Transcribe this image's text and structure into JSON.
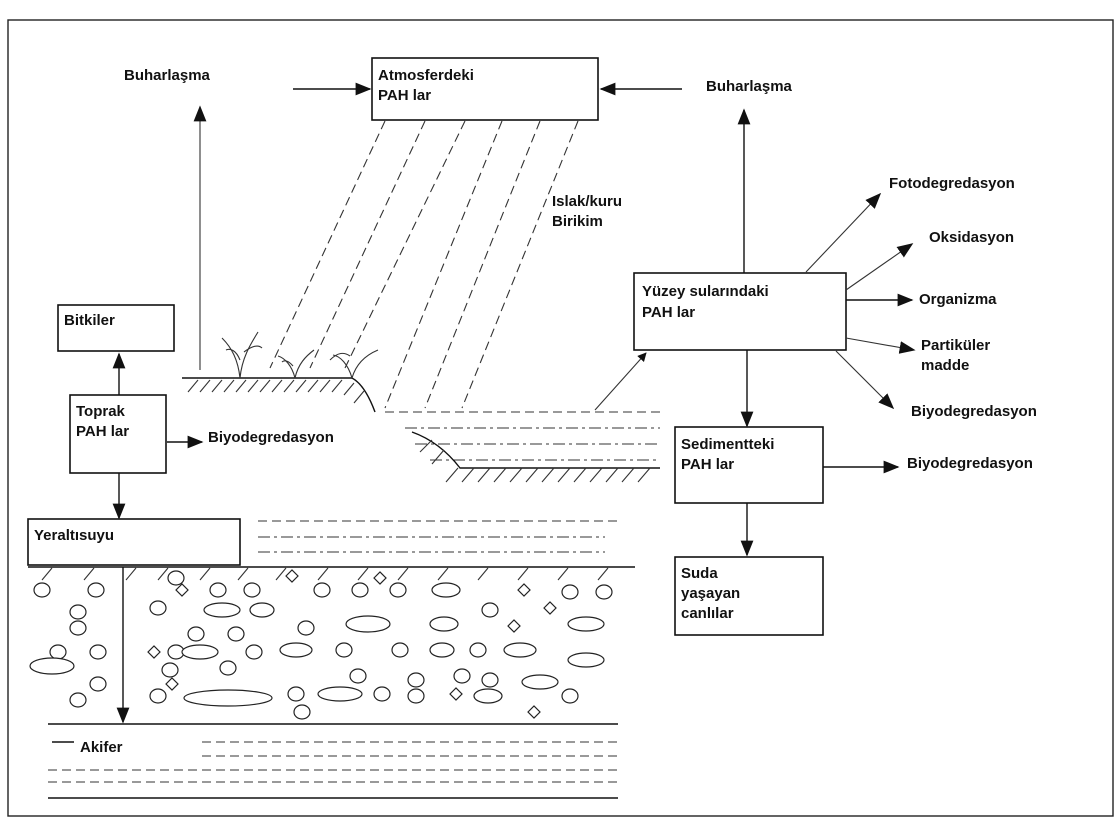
{
  "diagram": {
    "boxes": {
      "atmosphere": [
        "Atmosferdeki",
        "PAH lar"
      ],
      "surface_water": [
        "Yüzey sularındaki",
        "PAH lar"
      ],
      "plants": [
        "Bitkiler"
      ],
      "soil": [
        "Toprak",
        "PAH lar"
      ],
      "groundwater": [
        "Yeraltısuyu"
      ],
      "sediment": [
        "Sedimentteki",
        "PAH lar"
      ],
      "aquatic_life": [
        "Suda",
        "yaşayan",
        "canlılar"
      ]
    },
    "labels": {
      "evaporation_left": "Buharlaşma",
      "evaporation_right": "Buharlaşma",
      "wet_dry_deposition": [
        "Islak/kuru",
        "Birikim"
      ],
      "soil_biodegradation": "Biyodegredasyon",
      "aquifer": "Akifer"
    },
    "surface_water_fates": [
      "Fotodegredasyon",
      "Oksidasyon",
      "Organizma",
      [
        "Partiküler",
        "madde"
      ],
      "Biyodegredasyon"
    ],
    "sediment_fate": "Biyodegredasyon"
  }
}
